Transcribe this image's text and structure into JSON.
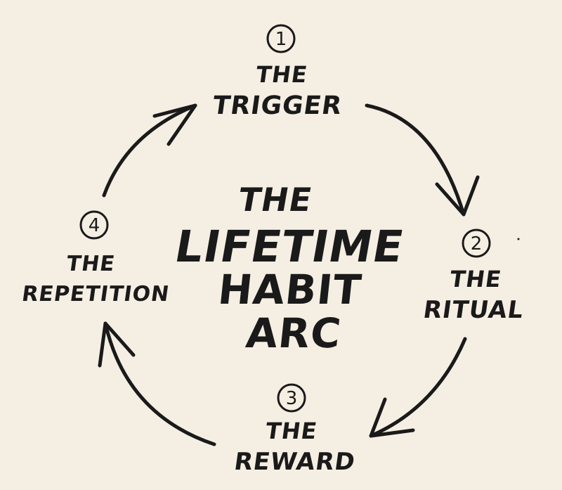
{
  "steps": [
    {
      "number": "1",
      "line1": "THE",
      "line2": "TRIGGER"
    },
    {
      "number": "2",
      "line1": "THE",
      "line2": "RITUAL"
    },
    {
      "number": "3",
      "line1": "THE",
      "line2": "REWARD"
    },
    {
      "number": "4",
      "line1": "THE",
      "line2": "REPETITION"
    }
  ],
  "center": {
    "line1": "THE",
    "line2": "LIFETIME",
    "line3": "HABIT",
    "line4": "ARC"
  },
  "colors": {
    "background": "#f5eee3",
    "ink": "#1a1a1a"
  }
}
